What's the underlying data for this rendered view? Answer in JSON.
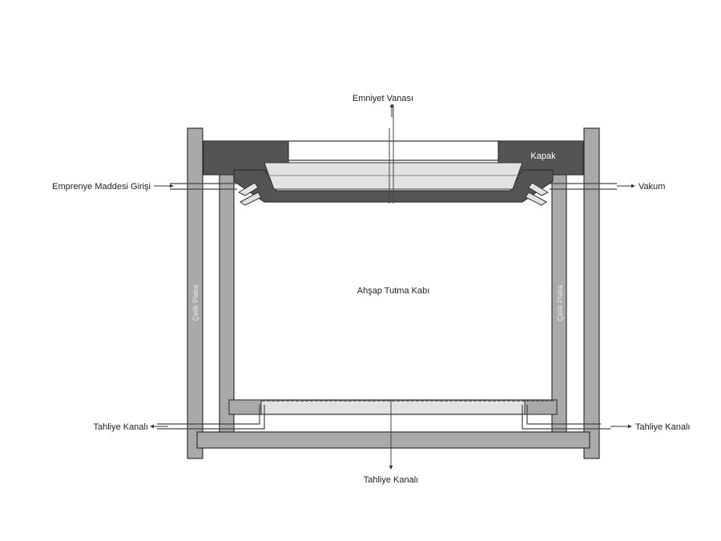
{
  "labels": {
    "emniyet_vanasi": "Emniyet Vanası",
    "kapak": "Kapak",
    "emprenye_girisi": "Emprenye Maddesi Girişi",
    "vakum": "Vakum",
    "ahsap_kabi": "Ahşap Tutma Kabı",
    "celik_plaka_left": "Çelik Plaka",
    "celik_plaka_right": "Çelik Plaka",
    "tahliye_left": "Tahliye Kanalı",
    "tahliye_right": "Tahliye Kanalı",
    "tahliye_bottom": "Tahliye Kanalı"
  },
  "colors": {
    "dark_fill": "#545454",
    "mid_fill": "#a9a9a9",
    "light_fill": "#e2e2e2",
    "outline": "#333333",
    "line": "#444444"
  }
}
